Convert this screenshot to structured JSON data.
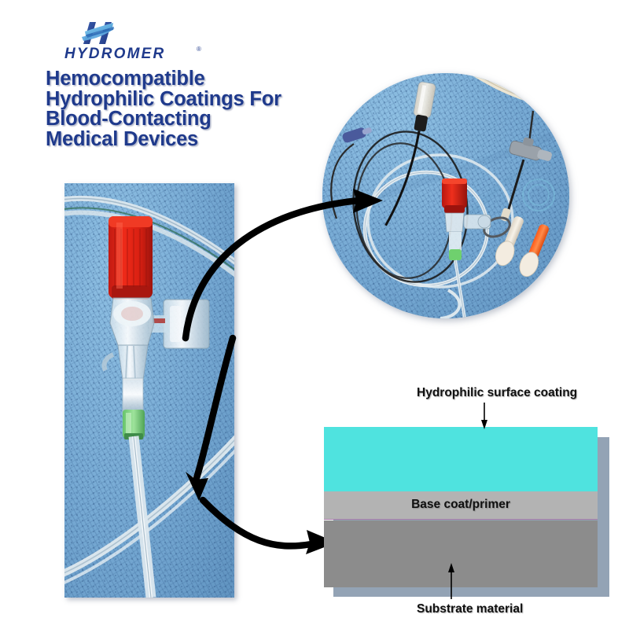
{
  "brand": {
    "name": "HYDROMER",
    "registered_mark": "®",
    "logo_icon": "hydromer-h-swoosh-logo",
    "color": "#1F3A8C"
  },
  "headline": {
    "color": "#1F3A8C",
    "lines": [
      "Hemocompatible",
      "Hydrophilic Coatings For",
      "Blood-Contacting",
      "Medical Devices"
    ],
    "full_text": "Hemocompatible Hydrophilic Coatings For Blood-Contacting Medical Devices"
  },
  "photos": {
    "left": {
      "caption": "",
      "description": "medical-catheter-hemostasis-valve-photo"
    },
    "circle": {
      "caption": "",
      "description": "surgical-tray-guidewires-catheters-photo"
    }
  },
  "arrows": {
    "top_arrow": "curved-arrow-to-circle-photo",
    "bottom_arrow": "curved-arrow-to-layer-diagram"
  },
  "diagram": {
    "type": "layer-stack-cross-section",
    "layers": [
      {
        "id": "coating",
        "label": "Hydrophilic surface coating",
        "color": "#4FE3DF",
        "label_position": "above-callout"
      },
      {
        "id": "base",
        "label": "Base coat/primer",
        "color": "#B3B3B3",
        "label_position": "inline"
      },
      {
        "id": "substrate",
        "label": "Substrate material",
        "color": "#8C8C8C",
        "label_position": "below-callout"
      }
    ],
    "shadow_color": "#93A3B5",
    "divider_color": "#A87CA8"
  }
}
